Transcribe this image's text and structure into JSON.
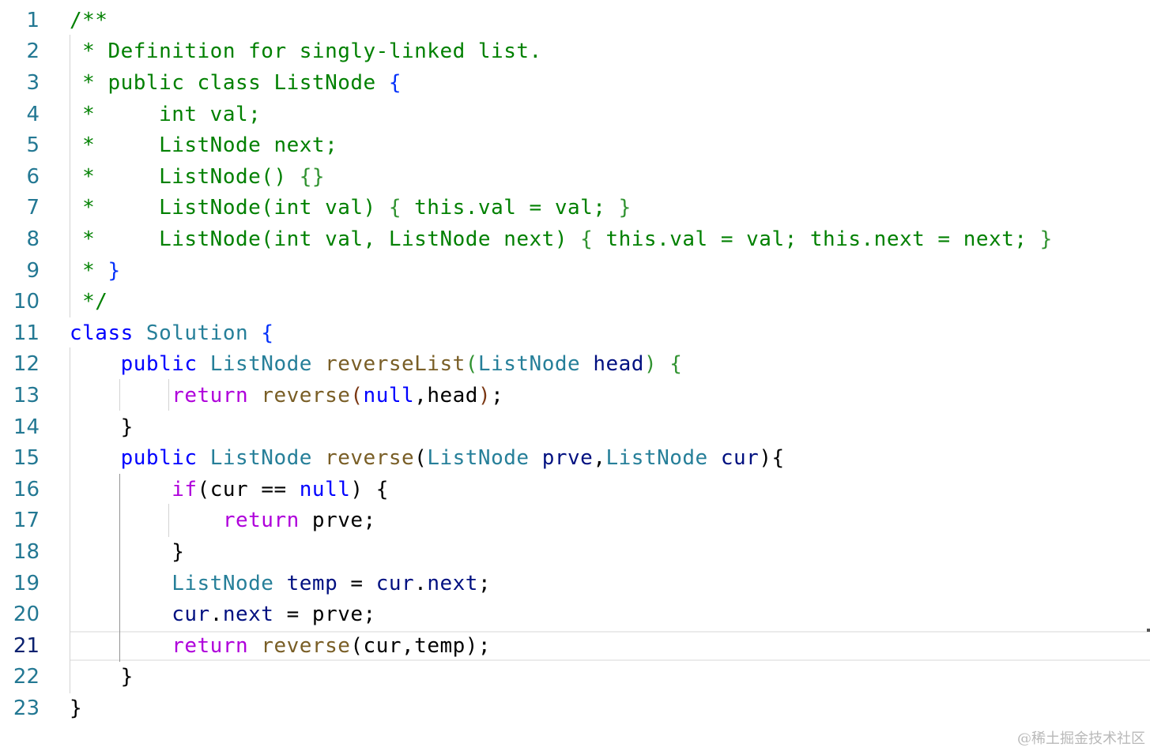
{
  "editor": {
    "lines": [
      {
        "n": "1",
        "tokens": [
          {
            "t": "/**",
            "c": "c-comment"
          }
        ]
      },
      {
        "n": "2",
        "tokens": [
          {
            "t": " * Definition for singly-linked list.",
            "c": "c-comment"
          }
        ]
      },
      {
        "n": "3",
        "tokens": [
          {
            "t": " * public class ListNode ",
            "c": "c-comment"
          },
          {
            "t": "{",
            "c": "c-b1"
          }
        ]
      },
      {
        "n": "4",
        "tokens": [
          {
            "t": " *     int val;",
            "c": "c-comment"
          }
        ]
      },
      {
        "n": "5",
        "tokens": [
          {
            "t": " *     ListNode next;",
            "c": "c-comment"
          }
        ]
      },
      {
        "n": "6",
        "tokens": [
          {
            "t": " *     ListNode() ",
            "c": "c-comment"
          },
          {
            "t": "{}",
            "c": "c-b2"
          }
        ]
      },
      {
        "n": "7",
        "tokens": [
          {
            "t": " *     ListNode(int val) ",
            "c": "c-comment"
          },
          {
            "t": "{",
            "c": "c-b2"
          },
          {
            "t": " this.val = val; ",
            "c": "c-comment"
          },
          {
            "t": "}",
            "c": "c-b2"
          }
        ]
      },
      {
        "n": "8",
        "tokens": [
          {
            "t": " *     ListNode(int val, ListNode next) ",
            "c": "c-comment"
          },
          {
            "t": "{",
            "c": "c-b2"
          },
          {
            "t": " this.val = val; this.next = next; ",
            "c": "c-comment"
          },
          {
            "t": "}",
            "c": "c-b2"
          }
        ]
      },
      {
        "n": "9",
        "tokens": [
          {
            "t": " * ",
            "c": "c-comment"
          },
          {
            "t": "}",
            "c": "c-b1"
          }
        ]
      },
      {
        "n": "10",
        "tokens": [
          {
            "t": " */",
            "c": "c-comment"
          }
        ]
      },
      {
        "n": "11",
        "tokens": [
          {
            "t": "class ",
            "c": "c-kw"
          },
          {
            "t": "Solution ",
            "c": "c-type"
          },
          {
            "t": "{",
            "c": "c-b1"
          }
        ]
      },
      {
        "n": "12",
        "tokens": [
          {
            "t": "    public ",
            "c": "c-kw"
          },
          {
            "t": "ListNode ",
            "c": "c-type"
          },
          {
            "t": "reverseList",
            "c": "c-fn"
          },
          {
            "t": "(",
            "c": "c-b2"
          },
          {
            "t": "ListNode ",
            "c": "c-type"
          },
          {
            "t": "head",
            "c": "c-var"
          },
          {
            "t": ") {",
            "c": "c-b2"
          }
        ]
      },
      {
        "n": "13",
        "tokens": [
          {
            "t": "        return ",
            "c": "c-ctrl"
          },
          {
            "t": "reverse",
            "c": "c-fn"
          },
          {
            "t": "(",
            "c": "c-b3"
          },
          {
            "t": "null",
            "c": "c-kw"
          },
          {
            "t": ",head",
            "c": "c-plain"
          },
          {
            "t": ")",
            "c": "c-b3"
          },
          {
            "t": ";",
            "c": "c-plain"
          }
        ]
      },
      {
        "n": "14",
        "tokens": [
          {
            "t": "    }",
            "c": "c-plain"
          }
        ]
      },
      {
        "n": "15",
        "tokens": [
          {
            "t": "    public ",
            "c": "c-kw"
          },
          {
            "t": "ListNode ",
            "c": "c-type"
          },
          {
            "t": "reverse",
            "c": "c-fn"
          },
          {
            "t": "(",
            "c": "c-plain"
          },
          {
            "t": "ListNode ",
            "c": "c-type"
          },
          {
            "t": "prve",
            "c": "c-var"
          },
          {
            "t": ",",
            "c": "c-plain"
          },
          {
            "t": "ListNode ",
            "c": "c-type"
          },
          {
            "t": "cur",
            "c": "c-var"
          },
          {
            "t": "){",
            "c": "c-plain"
          }
        ]
      },
      {
        "n": "16",
        "tokens": [
          {
            "t": "        if",
            "c": "c-ctrl"
          },
          {
            "t": "(",
            "c": "c-plain"
          },
          {
            "t": "cur == ",
            "c": "c-plain"
          },
          {
            "t": "null",
            "c": "c-kw"
          },
          {
            "t": ") {",
            "c": "c-plain"
          }
        ]
      },
      {
        "n": "17",
        "tokens": [
          {
            "t": "            return ",
            "c": "c-ctrl"
          },
          {
            "t": "prve;",
            "c": "c-plain"
          }
        ]
      },
      {
        "n": "18",
        "tokens": [
          {
            "t": "        }",
            "c": "c-plain"
          }
        ]
      },
      {
        "n": "19",
        "tokens": [
          {
            "t": "        ListNode ",
            "c": "c-type"
          },
          {
            "t": "temp",
            "c": "c-var"
          },
          {
            "t": " = ",
            "c": "c-plain"
          },
          {
            "t": "cur",
            "c": "c-var"
          },
          {
            "t": ".",
            "c": "c-plain"
          },
          {
            "t": "next",
            "c": "c-var"
          },
          {
            "t": ";",
            "c": "c-plain"
          }
        ]
      },
      {
        "n": "20",
        "tokens": [
          {
            "t": "        cur",
            "c": "c-var"
          },
          {
            "t": ".",
            "c": "c-plain"
          },
          {
            "t": "next",
            "c": "c-var"
          },
          {
            "t": " = prve;",
            "c": "c-plain"
          }
        ]
      },
      {
        "n": "21",
        "active": true,
        "tokens": [
          {
            "t": "        return ",
            "c": "c-ctrl"
          },
          {
            "t": "reverse",
            "c": "c-fn"
          },
          {
            "t": "(",
            "c": "c-plain"
          },
          {
            "t": "cur,temp",
            "c": "c-plain"
          },
          {
            "t": ");",
            "c": "c-plain"
          }
        ]
      },
      {
        "n": "22",
        "tokens": [
          {
            "t": "    }",
            "c": "c-plain"
          }
        ]
      },
      {
        "n": "23",
        "tokens": [
          {
            "t": "}",
            "c": "c-plain"
          }
        ]
      }
    ]
  },
  "watermark": "@稀土掘金技术社区"
}
